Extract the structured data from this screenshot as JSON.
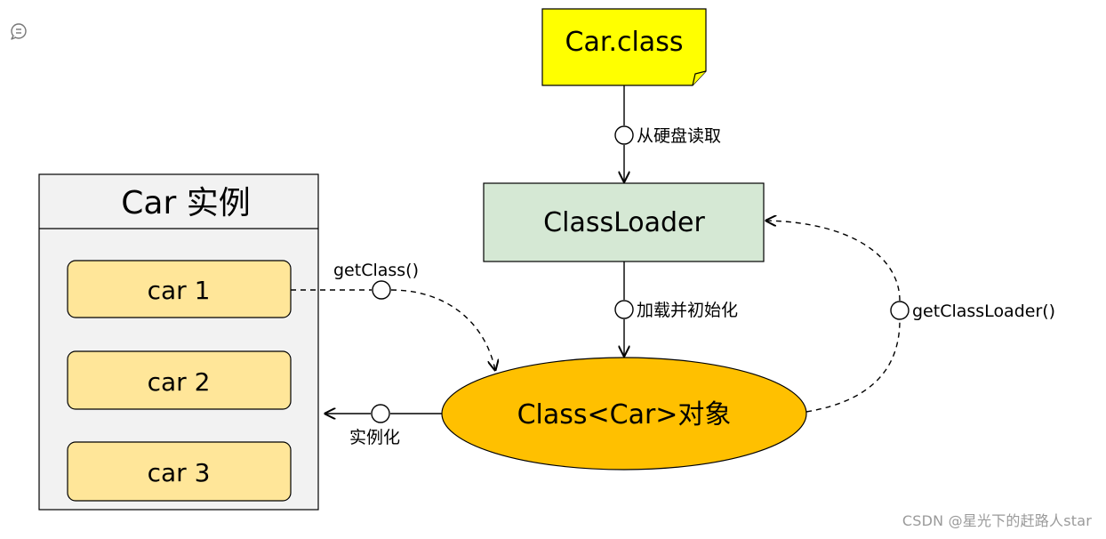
{
  "nodes": {
    "car_class": "Car.class",
    "class_loader": "ClassLoader",
    "class_object": "Class<Car>对象",
    "instances_panel_title": "Car 实例",
    "instances": [
      "car 1",
      "car 2",
      "car 3"
    ]
  },
  "edges": {
    "read_from_disk": "从硬盘读取",
    "load_and_init": "加载并初始化",
    "get_class": "getClass()",
    "get_class_loader": "getClassLoader()",
    "instantiate": "实例化"
  },
  "watermark": "CSDN @星光下的赶路人star",
  "icons": {
    "corner": "chat-bubble-icon"
  },
  "colors": {
    "note_fill": "#ffff00",
    "loader_fill": "#d5e8d4",
    "object_fill": "#ffc000",
    "instance_fill": "#ffe699",
    "panel_fill": "#f2f2f2"
  }
}
